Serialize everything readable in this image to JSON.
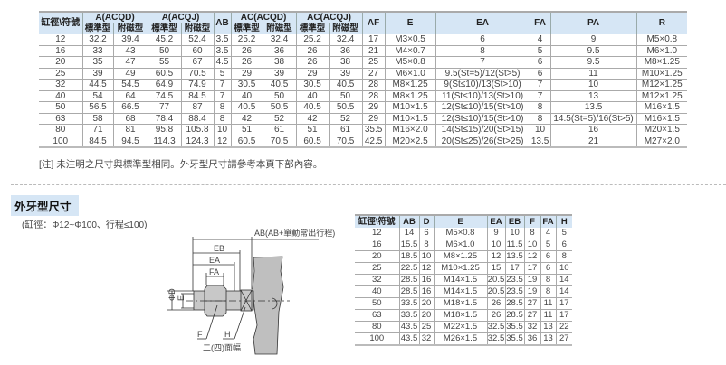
{
  "table1": {
    "headers": {
      "bore": "缸徑\\符號",
      "a_acqd": "A(ACQD)",
      "a_acqj": "A(ACQJ)",
      "ab": "AB",
      "ac_acqd": "AC(ACQD)",
      "ac_acqj": "AC(ACQJ)",
      "af": "AF",
      "e": "E",
      "ea": "EA",
      "fa": "FA",
      "pa": "PA",
      "r": "R",
      "std": "標準型",
      "mag": "附磁型"
    },
    "rows": [
      [
        "12",
        "32.2",
        "39.4",
        "45.2",
        "52.4",
        "3.5",
        "25.2",
        "32.4",
        "25.2",
        "32.4",
        "17",
        "M3×0.5",
        "6",
        "4",
        "9",
        "M5×0.8"
      ],
      [
        "16",
        "33",
        "43",
        "50",
        "60",
        "3.5",
        "26",
        "36",
        "26",
        "36",
        "21",
        "M4×0.7",
        "8",
        "5",
        "9.5",
        "M6×1.0"
      ],
      [
        "20",
        "35",
        "47",
        "55",
        "67",
        "4.5",
        "26",
        "38",
        "26",
        "38",
        "25",
        "M5×0.8",
        "7",
        "6",
        "9.5",
        "M8×1.25"
      ],
      [
        "25",
        "39",
        "49",
        "60.5",
        "70.5",
        "5",
        "29",
        "39",
        "29",
        "39",
        "27",
        "M6×1.0",
        "9.5(St=5)/12(St>5)",
        "6",
        "11",
        "M10×1.25"
      ],
      [
        "32",
        "44.5",
        "54.5",
        "64.9",
        "74.9",
        "7",
        "30.5",
        "40.5",
        "30.5",
        "40.5",
        "28",
        "M8×1.25",
        "9(St≤10)/13(St>10)",
        "7",
        "10",
        "M12×1.25"
      ],
      [
        "40",
        "54",
        "64",
        "74.5",
        "84.5",
        "7",
        "40",
        "50",
        "40",
        "50",
        "28",
        "M8×1.25",
        "11(St≤10)/13(St>10)",
        "7",
        "13",
        "M12×1.25"
      ],
      [
        "50",
        "56.5",
        "66.5",
        "77",
        "87",
        "8",
        "40.5",
        "50.5",
        "40.5",
        "50.5",
        "29",
        "M10×1.5",
        "12(St≤10)/15(St>10)",
        "8",
        "13.5",
        "M16×1.5"
      ],
      [
        "63",
        "58",
        "68",
        "78.4",
        "88.4",
        "8",
        "42",
        "52",
        "42",
        "52",
        "29",
        "M10×1.5",
        "12(St≤10)/15(St>10)",
        "8",
        "14.5(St=5)/16(St>5)",
        "M16×1.5"
      ],
      [
        "80",
        "71",
        "81",
        "95.8",
        "105.8",
        "10",
        "51",
        "61",
        "51",
        "61",
        "35.5",
        "M16×2.0",
        "14(St≤15)/20(St>15)",
        "10",
        "16",
        "M20×1.5"
      ],
      [
        "100",
        "84.5",
        "94.5",
        "114.3",
        "124.3",
        "12",
        "60.5",
        "70.5",
        "60.5",
        "70.5",
        "42.5",
        "M20×2.5",
        "20(St≤25)/26(St>25)",
        "13.5",
        "21",
        "M27×2.0"
      ]
    ]
  },
  "note": "[注] 未注明之尺寸與標準型相同。外牙型尺寸請參考本頁下部內容。",
  "section_title": "外牙型尺寸",
  "section_subtitle": "(缸徑：Φ12~Φ100、行程≤100)",
  "diagram": {
    "ab": "AB(AB+單動常出行程)",
    "eb": "EB",
    "ea": "EA",
    "fa": "FA",
    "d": "ΦD",
    "e": "E",
    "f": "F",
    "h": "H",
    "flats": "二(四)面幅"
  },
  "table2": {
    "headers": [
      "缸徑\\符號",
      "AB",
      "D",
      "E",
      "EA",
      "EB",
      "F",
      "FA",
      "H"
    ],
    "rows": [
      [
        "12",
        "14",
        "6",
        "M5×0.8",
        "9",
        "10",
        "8",
        "4",
        "5"
      ],
      [
        "16",
        "15.5",
        "8",
        "M6×1.0",
        "10",
        "11.5",
        "10",
        "5",
        "6"
      ],
      [
        "20",
        "18.5",
        "10",
        "M8×1.25",
        "12",
        "13.5",
        "12",
        "6",
        "8"
      ],
      [
        "25",
        "22.5",
        "12",
        "M10×1.25",
        "15",
        "17",
        "17",
        "6",
        "10"
      ],
      [
        "32",
        "28.5",
        "16",
        "M14×1.5",
        "20.5",
        "23.5",
        "19",
        "8",
        "14"
      ],
      [
        "40",
        "28.5",
        "16",
        "M14×1.5",
        "20.5",
        "23.5",
        "19",
        "8",
        "14"
      ],
      [
        "50",
        "33.5",
        "20",
        "M18×1.5",
        "26",
        "28.5",
        "27",
        "11",
        "17"
      ],
      [
        "63",
        "33.5",
        "20",
        "M18×1.5",
        "26",
        "28.5",
        "27",
        "11",
        "17"
      ],
      [
        "80",
        "43.5",
        "25",
        "M22×1.5",
        "32.5",
        "35.5",
        "32",
        "13",
        "22"
      ],
      [
        "100",
        "43.5",
        "32",
        "M26×1.5",
        "32.5",
        "35.5",
        "36",
        "13",
        "27"
      ]
    ]
  }
}
